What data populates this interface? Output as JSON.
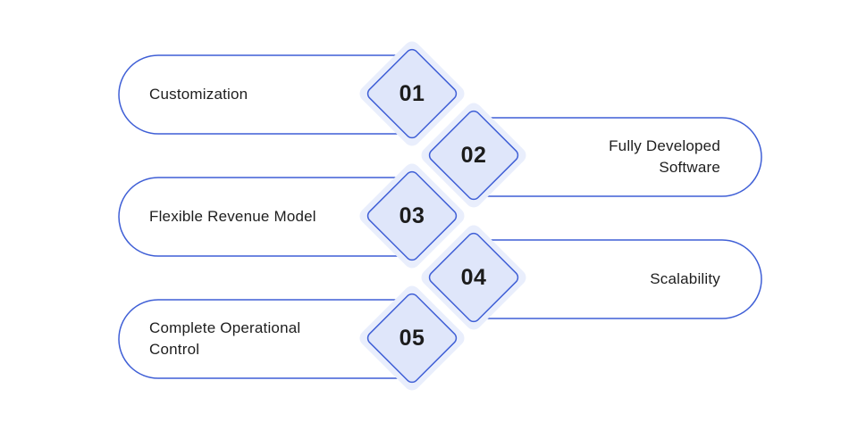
{
  "accent_color": "#3f5fd6",
  "diamond_fill": "#dfe6fa",
  "steps": [
    {
      "number": "01",
      "label": "Customization",
      "side": "left"
    },
    {
      "number": "02",
      "label": "Fully Developed\nSoftware",
      "side": "right"
    },
    {
      "number": "03",
      "label": "Flexible Revenue Model",
      "side": "left"
    },
    {
      "number": "04",
      "label": "Scalability",
      "side": "right"
    },
    {
      "number": "05",
      "label": "Complete Operational\nControl",
      "side": "left"
    }
  ]
}
